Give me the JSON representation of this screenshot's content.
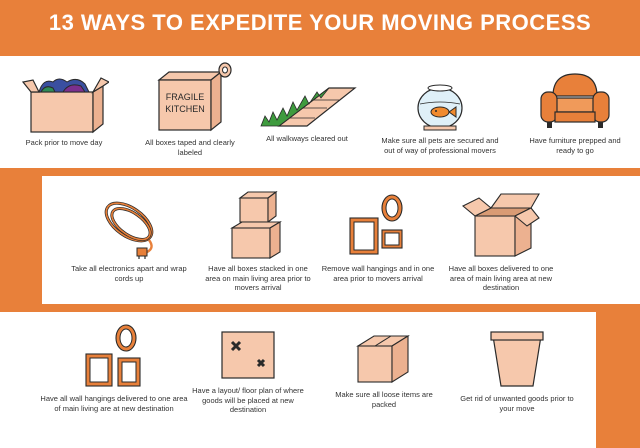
{
  "title": "13 WAYS TO EXPEDITE YOUR MOVING PROCESS",
  "colors": {
    "accent": "#e8803a",
    "box_fill": "#f6c8ac",
    "outline": "#2a2a2a"
  },
  "row1": [
    {
      "label": "Pack prior to move day",
      "icon": "open-box-with-items-icon"
    },
    {
      "label": "All boxes taped and clearly labeled",
      "icon": "fragile-kitchen-box-icon",
      "box_text": "FRAGILE KITCHEN"
    },
    {
      "label": "All walkways cleared out",
      "icon": "walkway-icon"
    },
    {
      "label": "Make sure all pets are secured and out of way of professional movers",
      "icon": "fishbowl-icon"
    },
    {
      "label": "Have furniture prepped and ready to go",
      "icon": "armchair-icon"
    }
  ],
  "row2": [
    {
      "label": "Take all electronics apart and wrap cords up",
      "icon": "cord-icon"
    },
    {
      "label": "Have all boxes stacked in one area on main living area prior to movers arrival",
      "icon": "stacked-boxes-icon"
    },
    {
      "label": "Remove wall hangings and in one area  prior to movers arrival",
      "icon": "frames-icon"
    },
    {
      "label": "Have all boxes delivered to one area of main living area at new destination",
      "icon": "open-flaps-box-icon"
    }
  ],
  "row3": [
    {
      "label": "Have all wall hangings delivered to one area of main living are at new destination",
      "icon": "frames-icon"
    },
    {
      "label": "Have a layout/ floor plan of where goods will be placed at new destination",
      "icon": "floor-plan-icon"
    },
    {
      "label": "Make sure all loose items are packed",
      "icon": "closed-box-icon"
    },
    {
      "label": "Get rid of unwanted goods prior to your move",
      "icon": "trash-bin-icon"
    }
  ]
}
